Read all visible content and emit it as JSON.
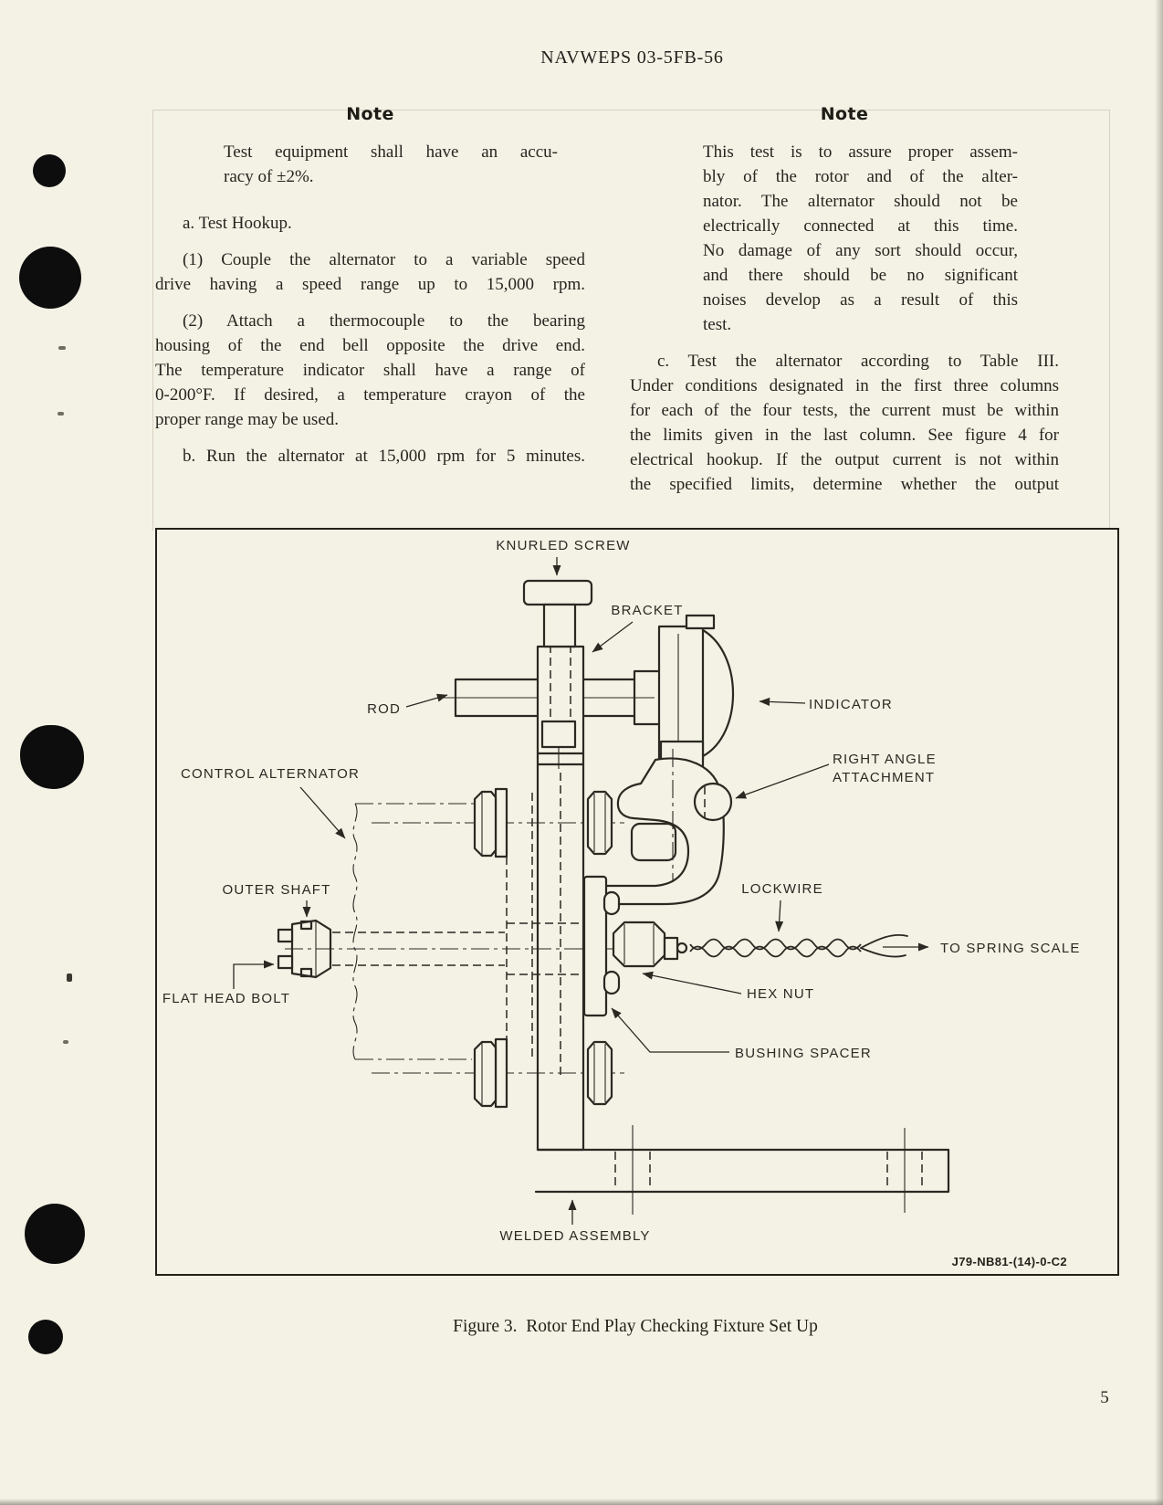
{
  "page": {
    "header": "NAVWEPS 03-5FB-56",
    "page_number": "5",
    "caption": "Figure 3.  Rotor End Play Checking Fixture Set Up"
  },
  "left_column": {
    "note_heading": "Note",
    "note_lines": [
      "Test equipment shall have an accu-",
      "racy of ±2%."
    ],
    "item_a": "a. Test Hookup.",
    "para_1_lines": [
      "(1) Couple the alternator to a variable speed",
      "drive having a speed range up to 15,000 rpm."
    ],
    "para_2_lines": [
      "(2) Attach a thermocouple to the bearing",
      "housing of the end bell opposite the drive end.",
      "The temperature indicator shall have a range of",
      "0-200°F. If desired, a temperature crayon of the",
      "proper range may be used."
    ],
    "item_b_lines": [
      "b. Run the alternator at 15,000 rpm for 5 minutes."
    ]
  },
  "right_column": {
    "note_heading": "Note",
    "note_lines": [
      "This test is to assure proper assem-",
      "bly of the rotor and of the alter-",
      "nator. The alternator should not be",
      "electrically connected at this time.",
      "No damage of any sort should occur,",
      "and there should be no significant",
      "noises develop as a result of this",
      "test."
    ],
    "para_c_lines": [
      "c. Test the alternator according to Table III.",
      "Under conditions designated in the first three columns",
      "for each of the four tests, the current must be within",
      "the limits given in the last column. See figure 4 for",
      "electrical hookup. If the output current is not within",
      "the specified limits, determine whether the output"
    ]
  },
  "figure": {
    "code": "J79-NB81-(14)-0-C2",
    "labels": {
      "knurled_screw": "KNURLED SCREW",
      "bracket": "BRACKET",
      "rod": "ROD",
      "indicator": "INDICATOR",
      "right_angle_line1": "RIGHT ANGLE",
      "right_angle_line2": "ATTACHMENT",
      "control_alternator": "CONTROL ALTERNATOR",
      "outer_shaft": "OUTER SHAFT",
      "lockwire": "LOCKWIRE",
      "to_spring_scale": "TO SPRING SCALE",
      "flat_head_bolt": "FLAT HEAD BOLT",
      "hex_nut": "HEX NUT",
      "bushing_spacer": "BUSHING SPACER",
      "welded_assembly": "WELDED ASSEMBLY"
    }
  },
  "colors": {
    "paper": "#f4f1e5",
    "ink": "#26251f",
    "line": "#2a2922"
  }
}
